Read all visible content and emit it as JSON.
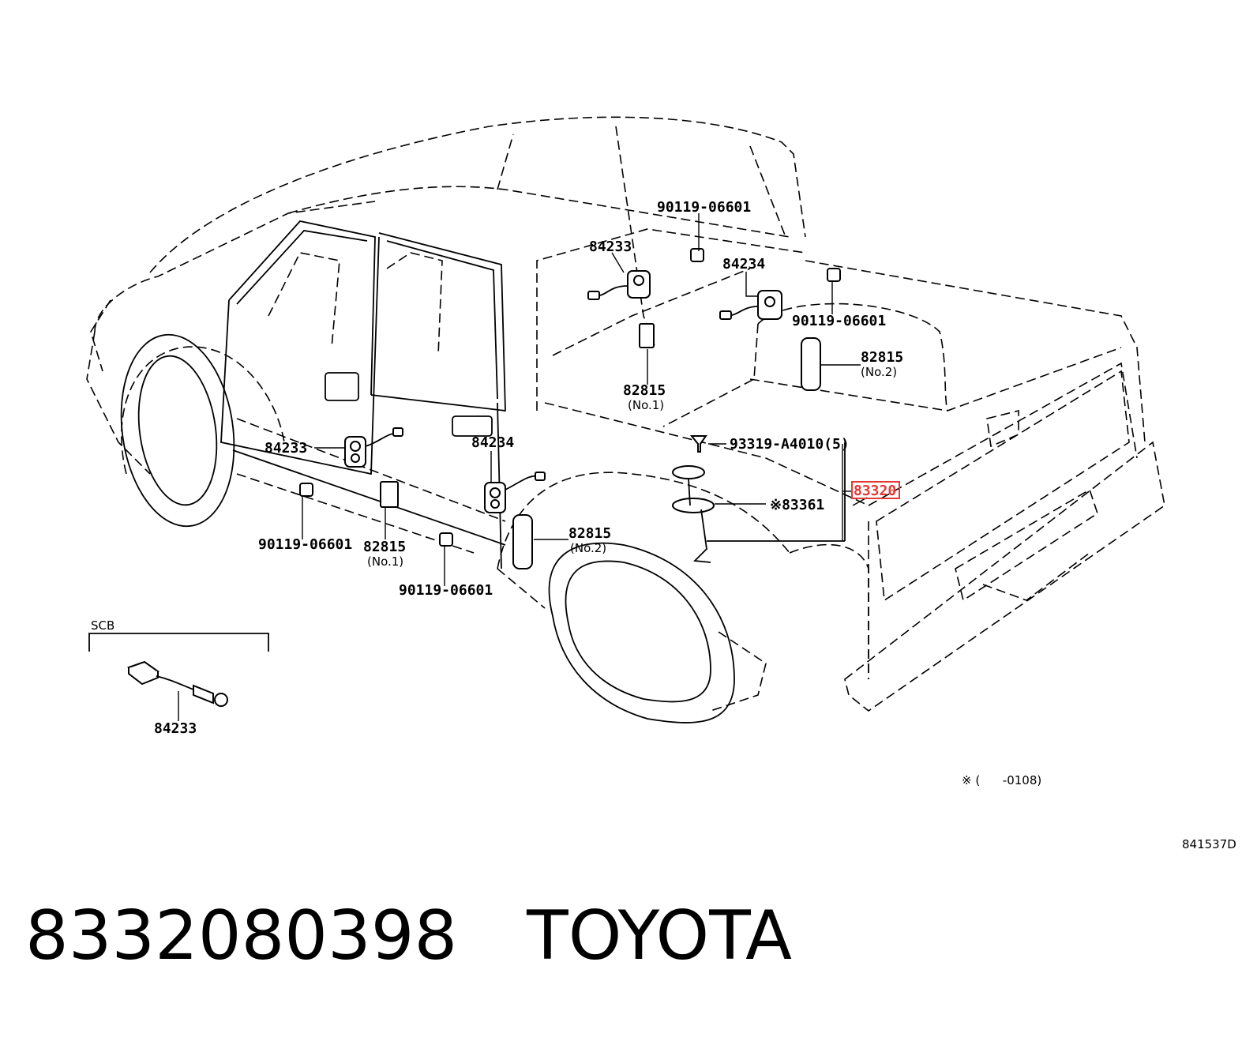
{
  "callouts": {
    "top_bolt_left": "90119-06601",
    "top_switch_left": "84233",
    "top_switch_right": "84234",
    "top_bolt_right": "90119-06601",
    "striker_no2_right": "82815",
    "striker_no2_right_sub": "(No.2)",
    "striker_no1_center": "82815",
    "striker_no1_center_sub": "(No.1)",
    "clip_screw": "93319-A4010(5)",
    "fuel_sender": "83320",
    "fuel_gauge": "※83361",
    "door_switch_left": "84233",
    "door_switch_center": "84234",
    "bolt_bottom_left": "90119-06601",
    "striker_no1_bottom": "82815",
    "striker_no1_bottom_sub": "(No.1)",
    "striker_no2_bottom": "82815",
    "striker_no2_bottom_sub": "(No.2)",
    "bolt_bottom_center": "90119-06601",
    "inset_title": "SCB",
    "inset_part": "84233"
  },
  "footnote": "※ (      -0108)",
  "figure_code": "841537D",
  "footer": {
    "part_number": "8332080398",
    "brand": "TOYOTA"
  },
  "colors": {
    "highlight": "#e53935"
  }
}
